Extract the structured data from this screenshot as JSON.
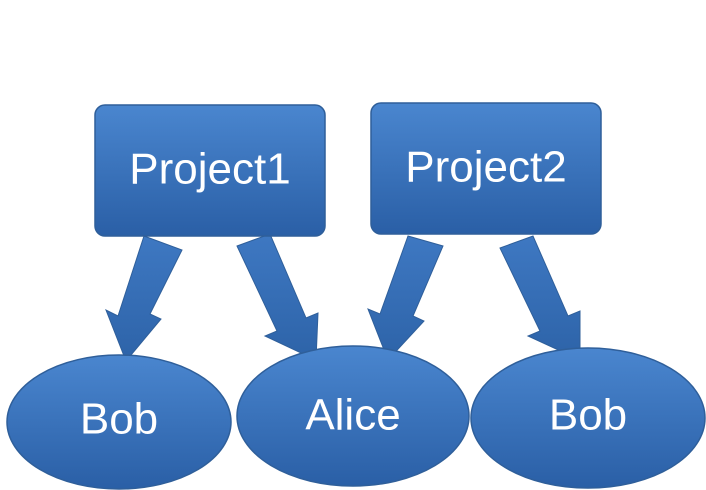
{
  "diagram": {
    "projects": [
      {
        "label": "Project1"
      },
      {
        "label": "Project2"
      }
    ],
    "people": [
      {
        "label": "Bob"
      },
      {
        "label": "Alice"
      },
      {
        "label": "Bob"
      }
    ],
    "edges": [
      {
        "from": "Project1",
        "to": "Bob"
      },
      {
        "from": "Project1",
        "to": "Alice"
      },
      {
        "from": "Project2",
        "to": "Alice"
      },
      {
        "from": "Project2",
        "to": "Bob"
      }
    ],
    "colors": {
      "fill_light": "#4a86cf",
      "fill_dark": "#2a5fa6",
      "stroke": "#2f5f9a"
    }
  }
}
